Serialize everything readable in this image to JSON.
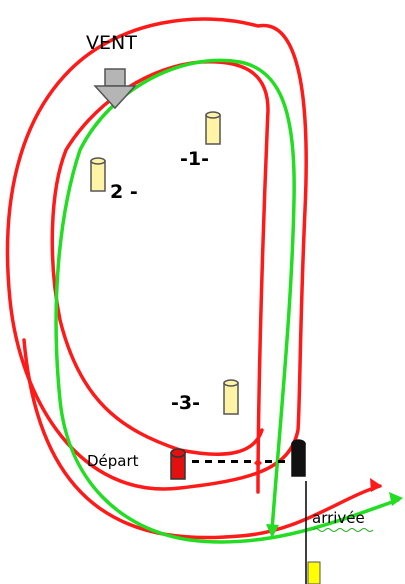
{
  "labels": {
    "wind": "VENT",
    "buoy_1": "-1-",
    "buoy_2": "2 -",
    "buoy_3": "-3-",
    "start": "Départ",
    "finish": "arrivée"
  },
  "colors": {
    "red_course": "#ff1a1a",
    "green_course": "#22dd22",
    "buoy_fill": "#fff3a6",
    "start_mark": "#e31010",
    "finish_mark": "#111111",
    "finish_flag": "#ffff00",
    "wind_arrow": "#b5b5b5"
  },
  "icons": {
    "wind_arrow": "wind-arrow-icon",
    "buoy": "buoy-icon",
    "start_mark": "start-buoy-icon",
    "finish_mark": "finish-buoy-icon"
  }
}
